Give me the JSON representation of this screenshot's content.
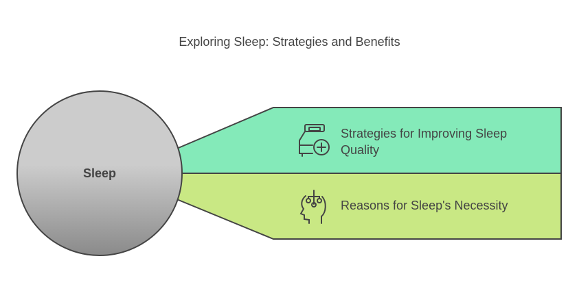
{
  "title": "Exploring Sleep: Strategies and Benefits",
  "center": {
    "label": "Sleep"
  },
  "branches": [
    {
      "label": "Strategies for Improving Sleep Quality",
      "icon": "bed-plus-icon",
      "color": "#84EAB9"
    },
    {
      "label": "Reasons for Sleep's Necessity",
      "icon": "head-brain-icon",
      "color": "#C9E884"
    }
  ]
}
